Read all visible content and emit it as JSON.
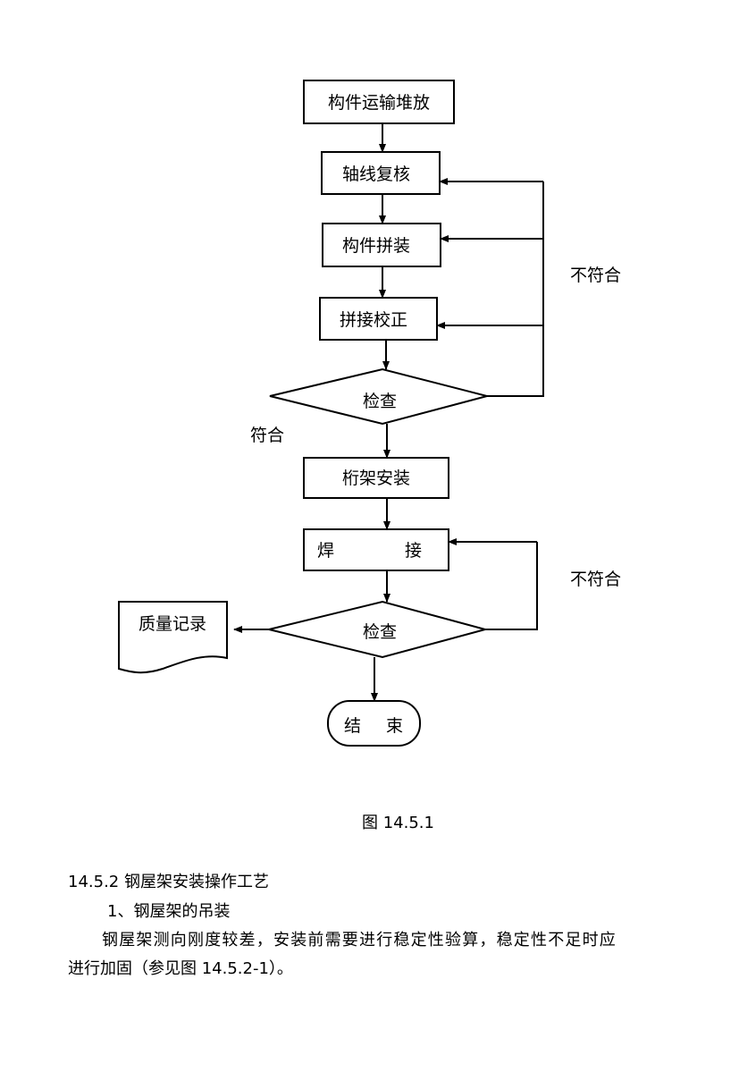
{
  "flowchart": {
    "nodes": {
      "transport": "构件运输堆放",
      "axis_check": "轴线复核",
      "assemble": "构件拼装",
      "splice_correct": "拼接校正",
      "inspect1": "检查",
      "truss_install": "桁架安装",
      "weld_left": "焊",
      "weld_right": "接",
      "inspect2": "检查",
      "quality_record": "质量记录",
      "end_left": "结",
      "end_right": "束"
    },
    "labels": {
      "fail1": "不符合",
      "pass1": "符合",
      "fail2": "不符合"
    }
  },
  "caption": "图 14.5.1",
  "text": {
    "section_title": "14.5.2 钢屋架安装操作工艺",
    "subsection": "1、钢屋架的吊装",
    "body_line1": "钢屋架测向刚度较差，安装前需要进行稳定性验算，稳定性不足时应",
    "body_line2": "进行加固（参见图 14.5.2-1）。"
  }
}
